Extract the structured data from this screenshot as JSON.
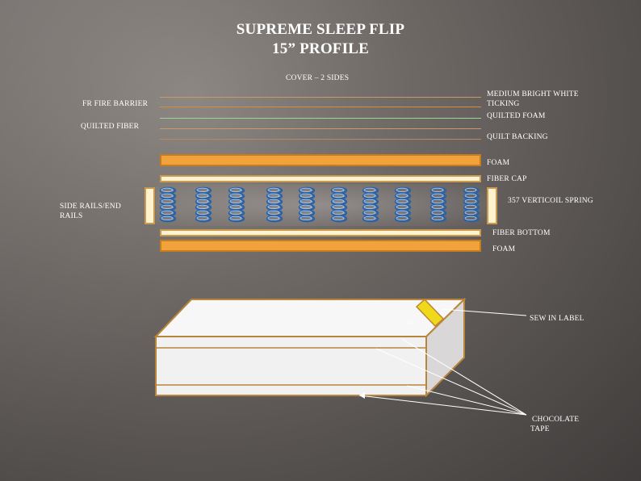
{
  "title": {
    "line1": "SUPREME SLEEP FLIP",
    "line2": "15” PROFILE"
  },
  "labels": {
    "cover": "COVER – 2 SIDES",
    "fr_fire_barrier": "FR FIRE BARRIER",
    "quilted_fiber": "QUILTED  FIBER",
    "ticking_line1": "MEDIUM  BRIGHT WHITE",
    "ticking_line2": "TICKING",
    "quilted_foam": "QUILTED  FOAM",
    "quilt_backing": "QUILT BACKING",
    "foam_top": "FOAM",
    "fiber_cap": "FIBER CAP",
    "spring": "357 VERTICOIL SPRING",
    "side_rails_line1": "SIDE RAILS/END",
    "side_rails_line2": "RAILS",
    "fiber_bottom": "FIBER BOTTOM",
    "foam_bottom": "FOAM",
    "sew_in_label": "SEW IN LABEL",
    "chocolate_line1": "CHOCOLATE",
    "chocolate_line2": "TAPE",
    "side_height": "15"
  },
  "colors": {
    "foam": "#f2a23a",
    "fiber": "#fff2cf",
    "coil": "#2a62a8",
    "label_tag": "#f0d81a",
    "mattress": "#f0efef"
  },
  "coil_count": 10
}
